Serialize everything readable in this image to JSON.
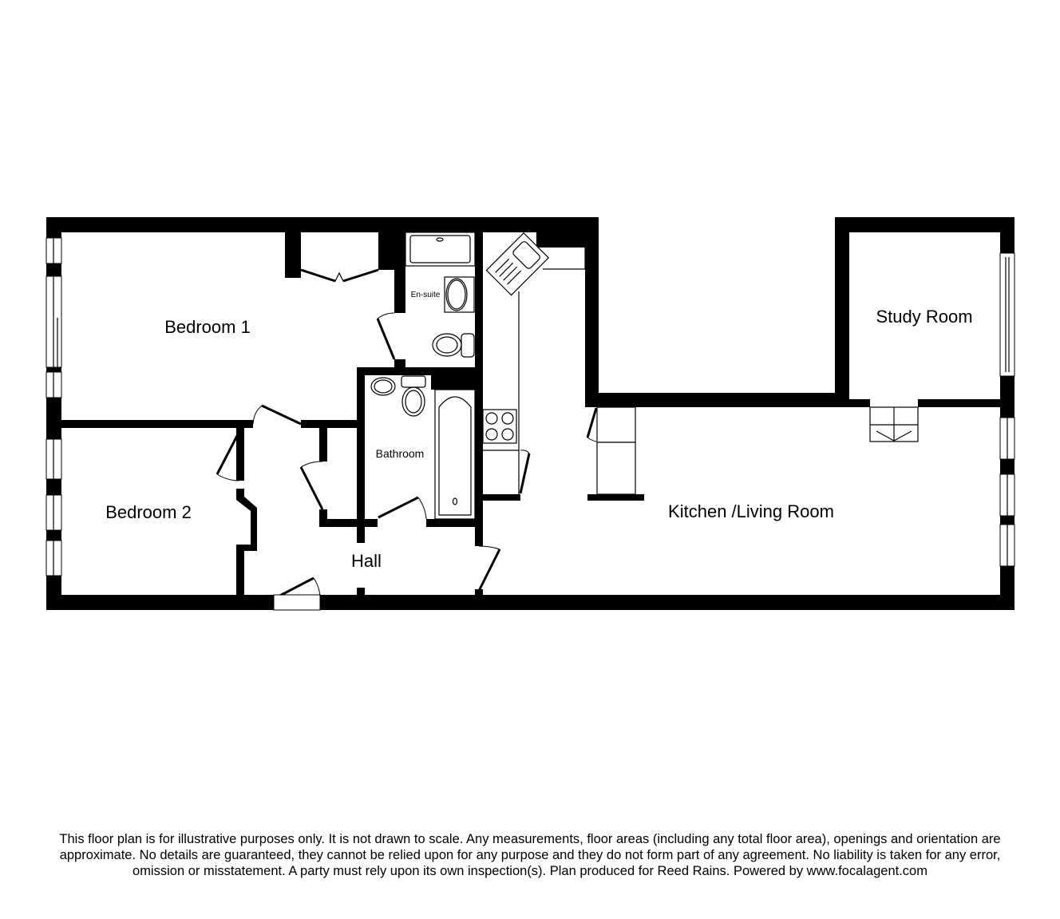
{
  "floor_plan": {
    "rooms": [
      {
        "id": "bedroom1",
        "label": "Bedroom 1"
      },
      {
        "id": "bedroom2",
        "label": "Bedroom 2"
      },
      {
        "id": "ensuite",
        "label": "En-suite"
      },
      {
        "id": "bathroom",
        "label": "Bathroom"
      },
      {
        "id": "hall",
        "label": "Hall"
      },
      {
        "id": "kitchen_living",
        "label": "Kitchen /Living Room"
      },
      {
        "id": "study",
        "label": "Study Room"
      }
    ],
    "colors": {
      "wall": "#000000",
      "background": "#ffffff"
    }
  },
  "disclaimer": {
    "text": "This floor plan is for illustrative purposes only. It is not drawn to scale. Any measurements, floor areas (including any total floor area), openings and orientation are approximate. No details are guaranteed, they cannot be relied upon for any purpose and they do not form part of any agreement. No liability is taken for any error, omission or misstatement. A party must rely upon its own inspection(s). Plan produced for Reed Rains. Powered by www.focalagent.com"
  }
}
